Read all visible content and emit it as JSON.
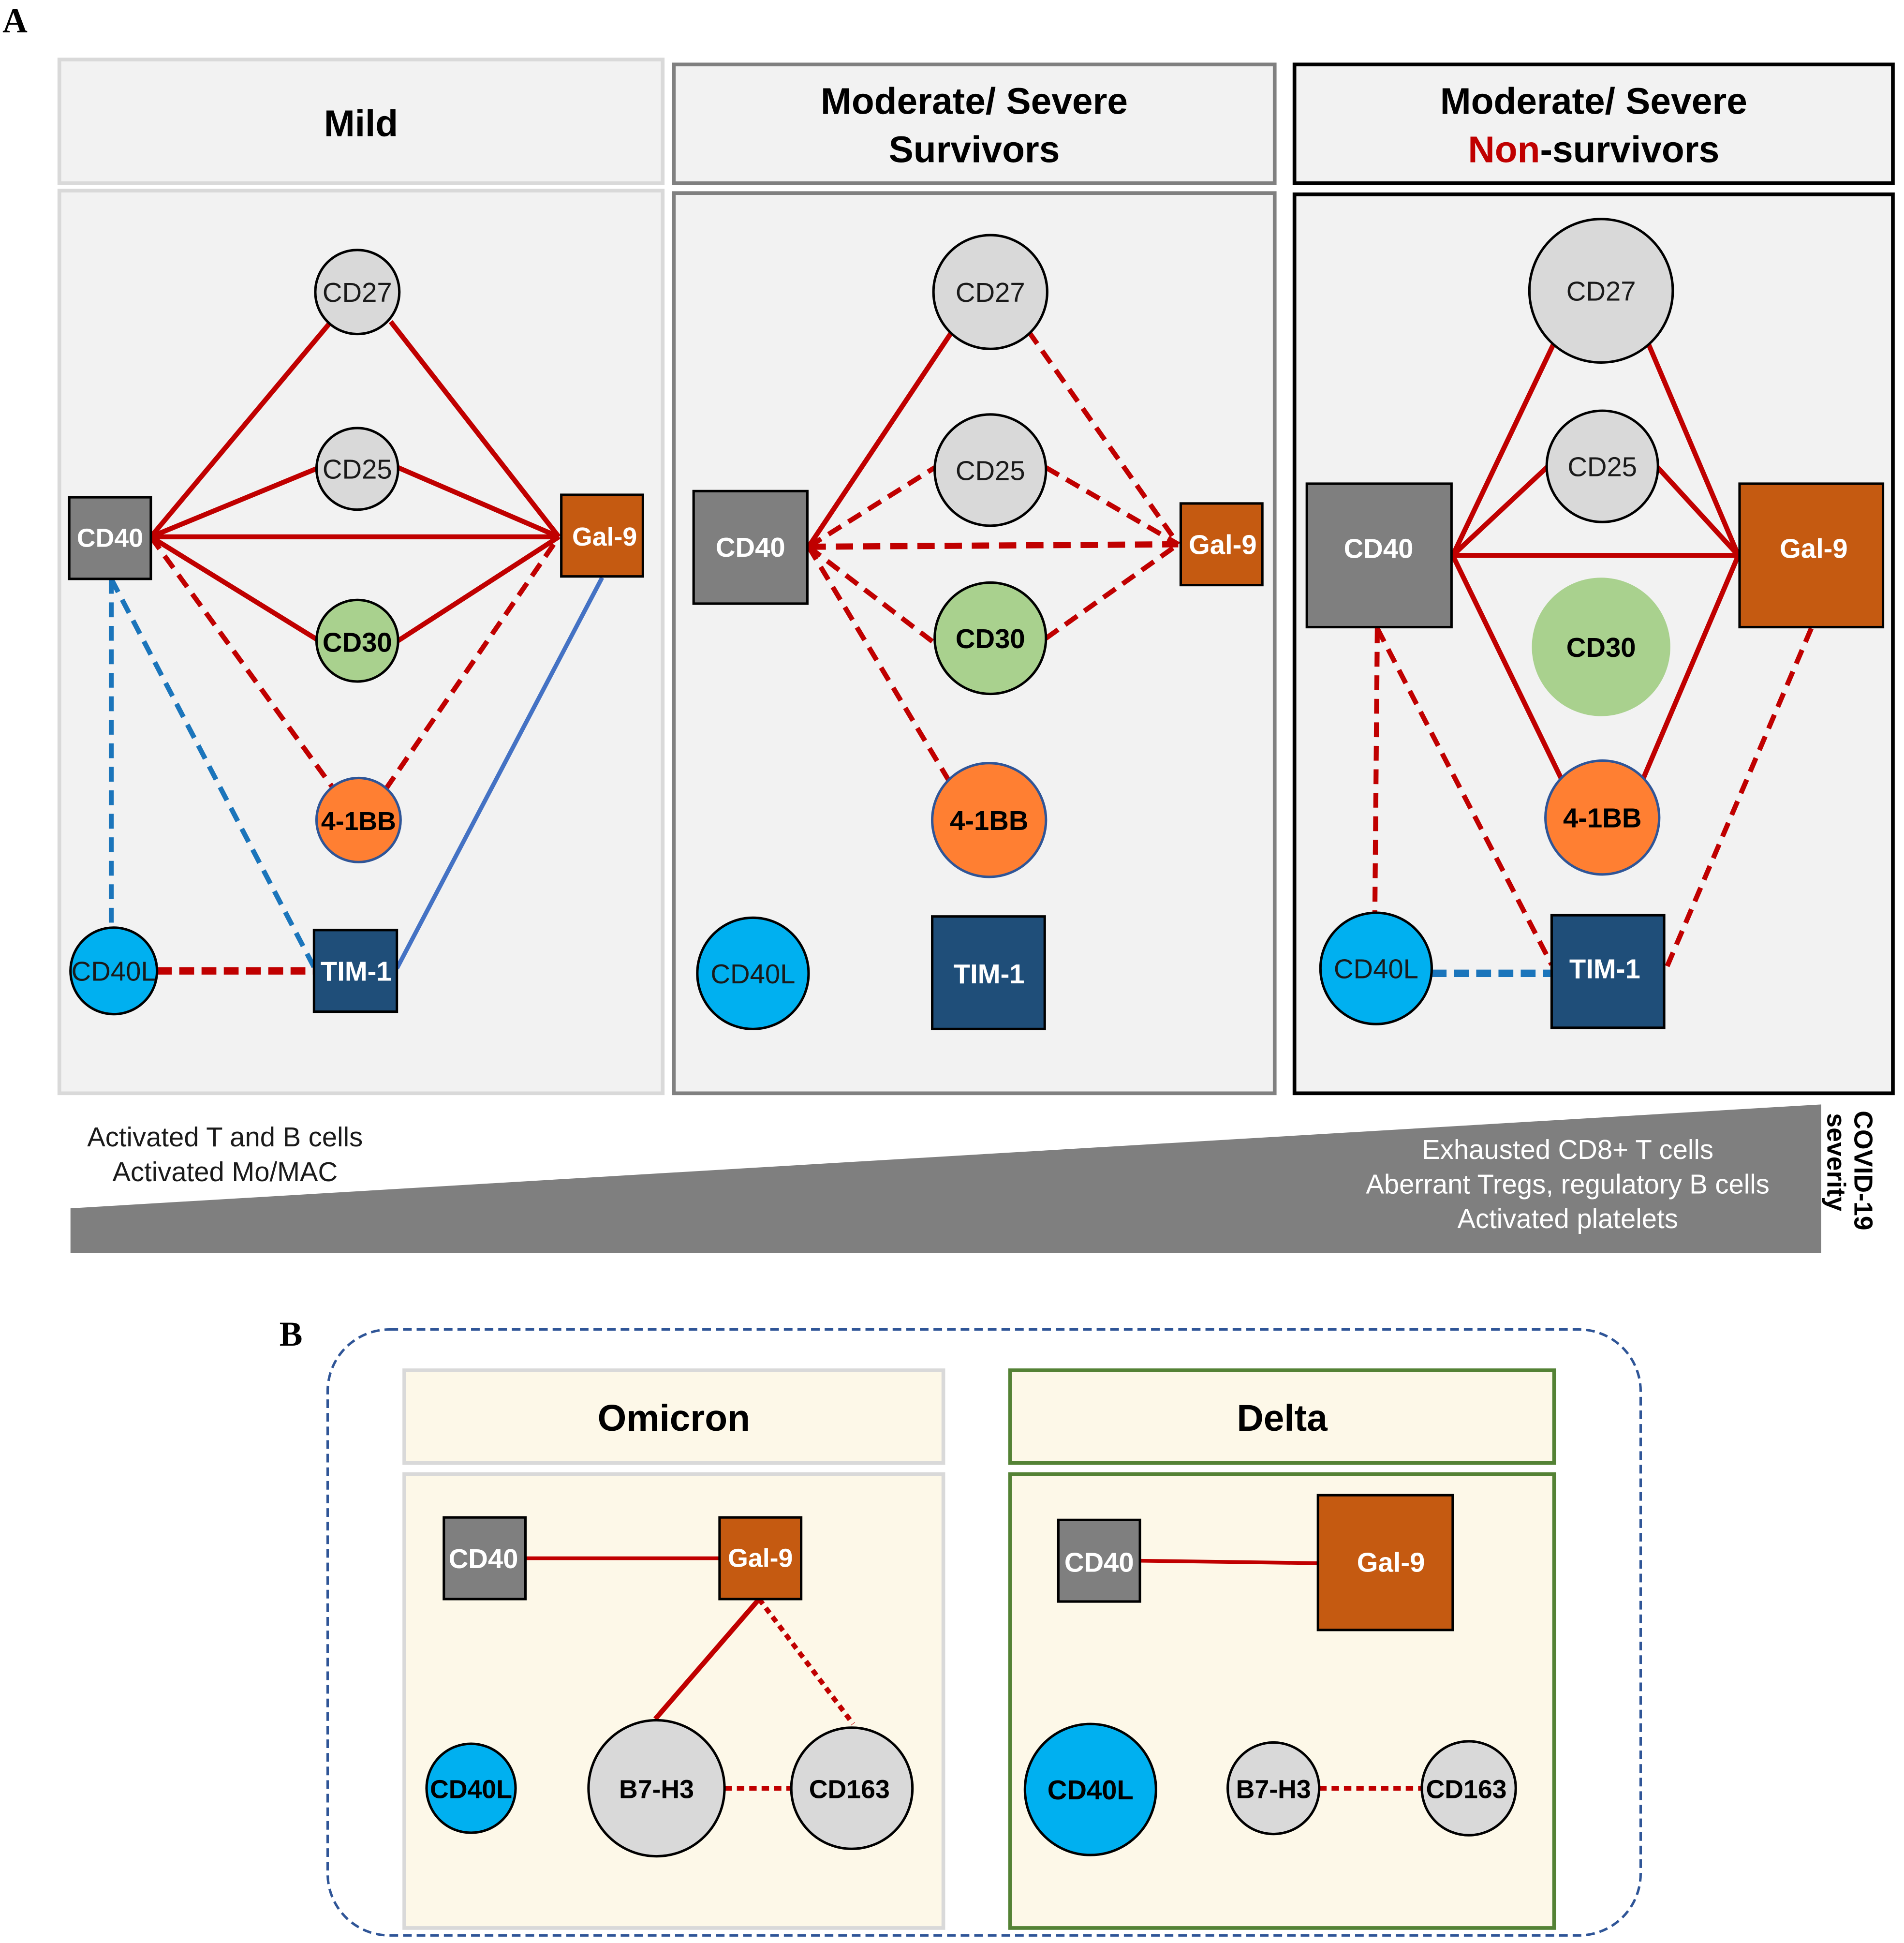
{
  "panel_a": {
    "letter": "A",
    "mild": {
      "title": "Mild"
    },
    "survivors": {
      "title_line1": "Moderate/ Severe",
      "title_line2": "Survivors"
    },
    "nonsurvivors": {
      "title_line1": "Moderate/ Severe",
      "title_red": "Non",
      "title_rest": "-survivors"
    },
    "severity": {
      "left_line1": "Activated T and B cells",
      "left_line2": "Activated Mo/MAC",
      "right_line1": "Exhausted CD8+ T cells",
      "right_line2": "Aberrant Tregs, regulatory B cells",
      "right_line3": "Activated platelets",
      "axis_line1": "COVID-19",
      "axis_line2": "severity"
    }
  },
  "panel_b": {
    "letter": "B",
    "omicron": {
      "title": "Omicron"
    },
    "delta": {
      "title": "Delta"
    }
  },
  "nodes": {
    "cd40": "CD40",
    "gal9": "Gal-9",
    "cd27": "CD27",
    "cd25": "CD25",
    "cd30": "CD30",
    "bb41": "4-1BB",
    "cd40l": "CD40L",
    "tim1": "TIM-1",
    "b7h3": "B7-H3",
    "cd163": "CD163"
  },
  "colors": {
    "positive_correlation": "#c00000",
    "negative_correlation_dashed": "#1b75bb",
    "negative_correlation_solid": "#4472c4",
    "cd40_box": "#7f7f7f",
    "gal9_box": "#c55a11",
    "tim1_box": "#1f4e79",
    "cd40l_circle": "#00b0f0",
    "cd30_circle": "#a9d18e",
    "bb41_circle": "#ff7f32",
    "grey_circle": "#d9d9d9",
    "panel_bg": "#f2f2f2",
    "variant_bg": "#fdf8e8",
    "delta_border": "#548235",
    "severity_wedge": "#7f7f7f",
    "dashed_frame": "#2f5597"
  }
}
